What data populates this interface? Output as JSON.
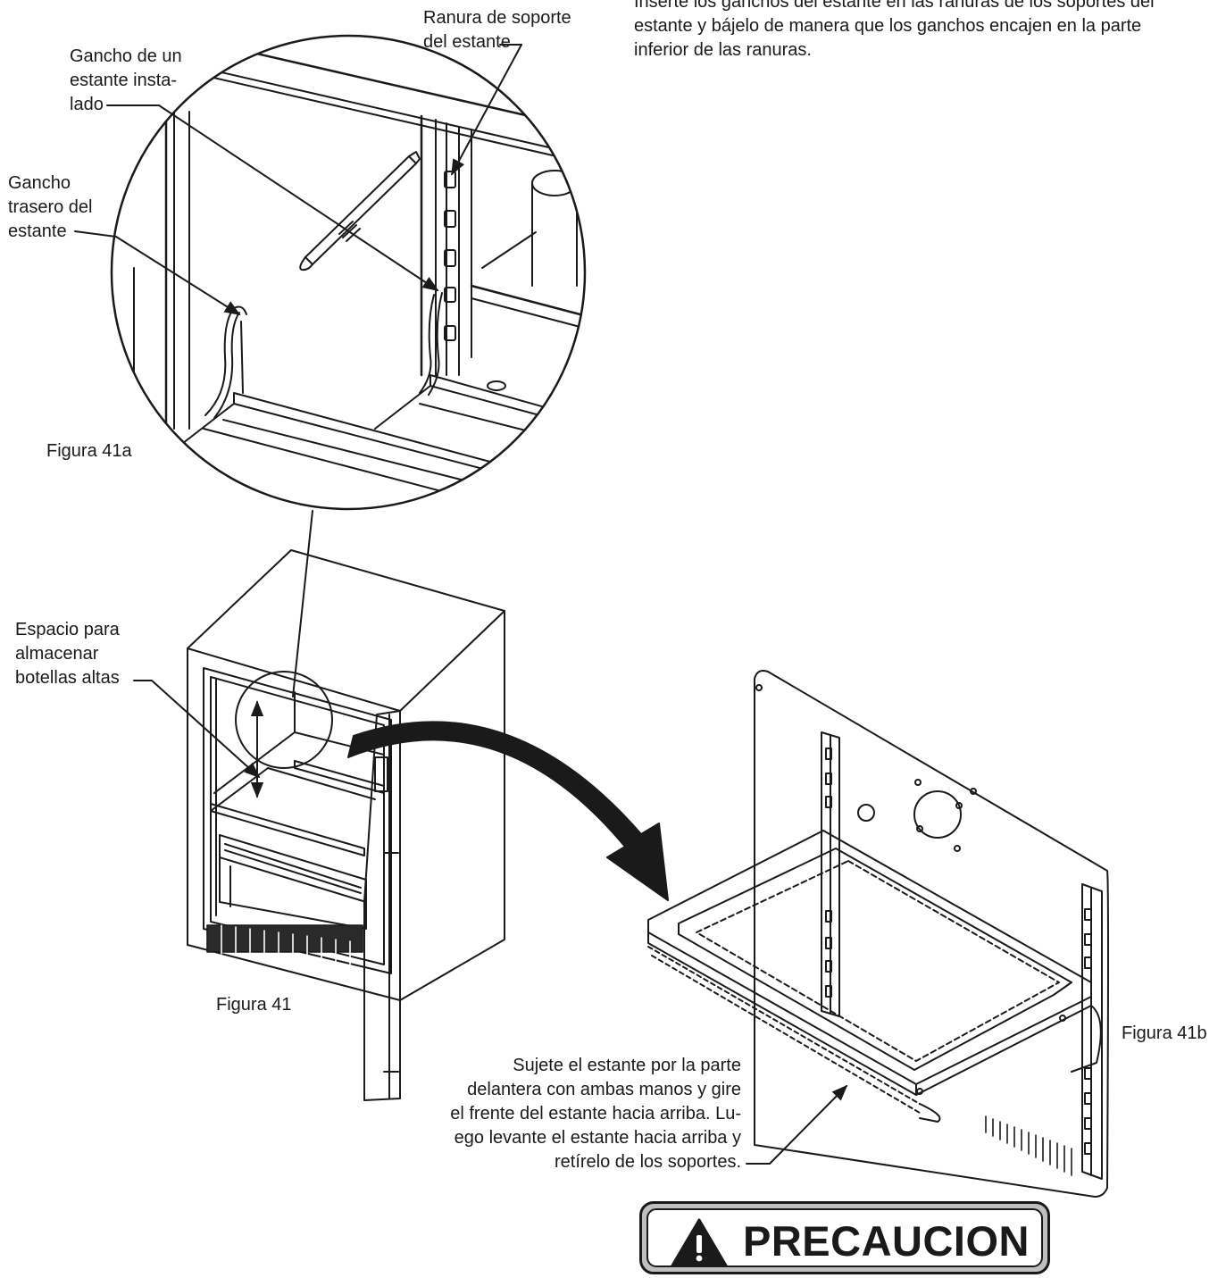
{
  "intro_text": {
    "lines": [
      "Inserte los ganchos del estante en las ranuras de los soportes del",
      "estante y bájelo de manera que los ganchos encajen en la parte",
      "inferior de las ranuras."
    ]
  },
  "labels": {
    "slot": [
      "Ranura de soporte",
      "del estante"
    ],
    "installed_hook": [
      "Gancho de un",
      "estante insta-",
      "lado"
    ],
    "rear_hook": [
      "Gancho",
      "trasero del",
      "estante"
    ],
    "tall_bottles": [
      "Espacio para",
      "almacenar",
      "botellas altas"
    ]
  },
  "figures": {
    "fig41a": "Figura 41a",
    "fig41": "Figura 41",
    "fig41b": "Figura 41b"
  },
  "instruction": {
    "lines": [
      "Sujete el estante por la parte",
      "delantera con ambas manos y gire",
      "el frente del estante hacia arriba. Lu-",
      "ego levante el estante hacia arriba y",
      "retírelo de los soportes."
    ]
  },
  "caution": {
    "label": "PRECAUCION",
    "icon": "warning-triangle-icon"
  },
  "colors": {
    "ink": "#1a1a1a",
    "caution_frame": "#bfbfbf"
  }
}
